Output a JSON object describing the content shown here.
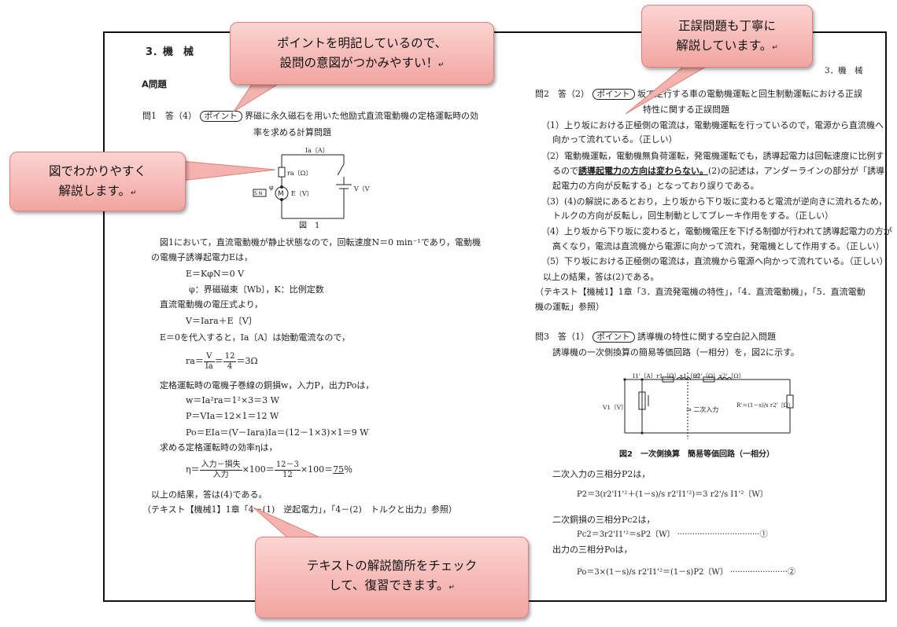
{
  "callouts": {
    "point": [
      "ポイントを明記しているので、",
      "設問の意図がつかみやすい！"
    ],
    "figure": [
      "図でわかりやすく",
      "解説します。"
    ],
    "truefalse": [
      "正誤問題も丁寧に",
      "解説しています。"
    ],
    "text": [
      "テキストの解説箇所をチェック",
      "して、復習できます。"
    ],
    "mark": "↵"
  },
  "left": {
    "chapter": "3．機　械",
    "section": "A問題",
    "q1_head": "問1　答（4）",
    "pill": "ポイント",
    "q1_title": "界磁に永久磁石を用いた他励式直流電動機の定格運転時の効",
    "q1_title2": "率を求める計算問題",
    "fig": {
      "ia": "Ia〔A〕",
      "ra": "ra〔Ω〕",
      "phi": "φ",
      "sn": "S N",
      "m": "M",
      "e": "E〔V〕",
      "v": "V〔V〕",
      "caption": "図　1"
    },
    "lines": [
      "図1において，直流電動機が静止状態なので，回転速度N＝0 min⁻¹であり，電動機",
      "の電機子誘導起電力Eは，",
      "E＝KφN＝0 V",
      "φ：界磁磁束〔Wb〕，K：比例定数",
      "直流電動機の電圧式より，",
      "V＝Iara＋E〔V〕",
      "E＝0を代入すると，Ia〔A〕は始動電流なので，",
      "定格運転時の電機子巻線の銅損w，入力P，出力Poは，",
      "w＝Ia²ra＝1²×3＝3 W",
      "P＝VIa＝12×1＝12 W",
      "Po＝EIa＝(V－Iara)Ia＝(12－1×3)×1＝9 W",
      "求める定格運転時の効率ηは，",
      "以上の結果，答は(4)である。",
      "（テキスト【機械1】1章「4－(1)　逆起電力」，「4－(2)　トルクと出力」参照）"
    ],
    "ra_eq": {
      "lhs": "ra＝",
      "num": "V",
      "den": "Ia",
      "mid": "＝",
      "num2": "12",
      "den2": "4",
      "rhs": "＝3Ω"
    },
    "eta_eq": {
      "lhs": "η＝",
      "num": "入力－損失",
      "den": "入力",
      "mid": "×100＝",
      "num2": "12－3",
      "den2": "12",
      "rhs": "×100＝",
      "val": "75",
      "unit": "％"
    }
  },
  "right": {
    "header": "3．機　械",
    "q2_head": "問2　答（2）",
    "pill": "ポイント",
    "q2_title": "坂で走行する車の電動機運転と回生制動運転における正誤",
    "q2_title2": "特性に関する正誤問題",
    "items": [
      "（1）上り坂における正極側の電流は，電動機運転を行っているので，電源から直流機へ",
      "向かって流れている。（正しい）",
      "（2）電動機運転，電動機無負荷運転，発電機運転でも，誘導起電力は回転速度に比例す",
      "るので",
      "誘導起電力の方向は変わらない。",
      "(2)の記述は，アンダーラインの部分が「誘導",
      "起電力の方向が反転する」となっており誤りである。",
      "（3）(4)の解説にあるとおり，上り坂から下り坂に変わると電流が逆向きに流れるため，",
      "トルクの方向が反転し，回生制動としてブレーキ作用をする。（正しい）",
      "（4）上り坂から下り坂に変わると，電動機電圧を下げる制御が行われて誘導起電力の方が",
      "高くなり，電流は直流機から電源に向かって流れ，発電機として作用する。（正しい）",
      "（5）下り坂における正極側の電流は，直流機から電源へ向かって流れている。（正しい）",
      "以上の結果，答は(2)である。",
      "（テキスト【機械1】1章「3．直流発電機の特性」，「4．直流電動機」，「5．直流電動",
      "機の運転」参照）"
    ],
    "q3_head": "問3　答（1）",
    "q3_title": "誘導機の特性に関する空白記入問題",
    "q3_lines": [
      "誘導機の一次側換算の簡易等価回路（一相分）を，図2に示す。",
      "二次入力の三相分P2は，",
      "二次銅損の三相分Pc2は，",
      "Pc2＝3r2'I1'²＝sP2〔W〕 ·································①",
      "出力の三相分Poは，",
      "Po＝3×(1－s)/s r2'I1'²＝(1－s)P2〔W〕 ·······················②",
      "P2＝3(r2'I1'²＋(1－s)/s r2'I1'²)＝3 r2'/s I1'²〔W〕"
    ],
    "fig2": {
      "labels": [
        "I1'〔A〕r1〔Ω〕x1〔Ω〕",
        "r2'〔Ω〕x2'〔Ω〕",
        "V1〔V〕",
        "⇒ 二次入力",
        "R'＝(1－s)/s r2'〔Ω〕"
      ],
      "caption": "図2　一次側換算　簡易等価回路（一相分）"
    }
  }
}
